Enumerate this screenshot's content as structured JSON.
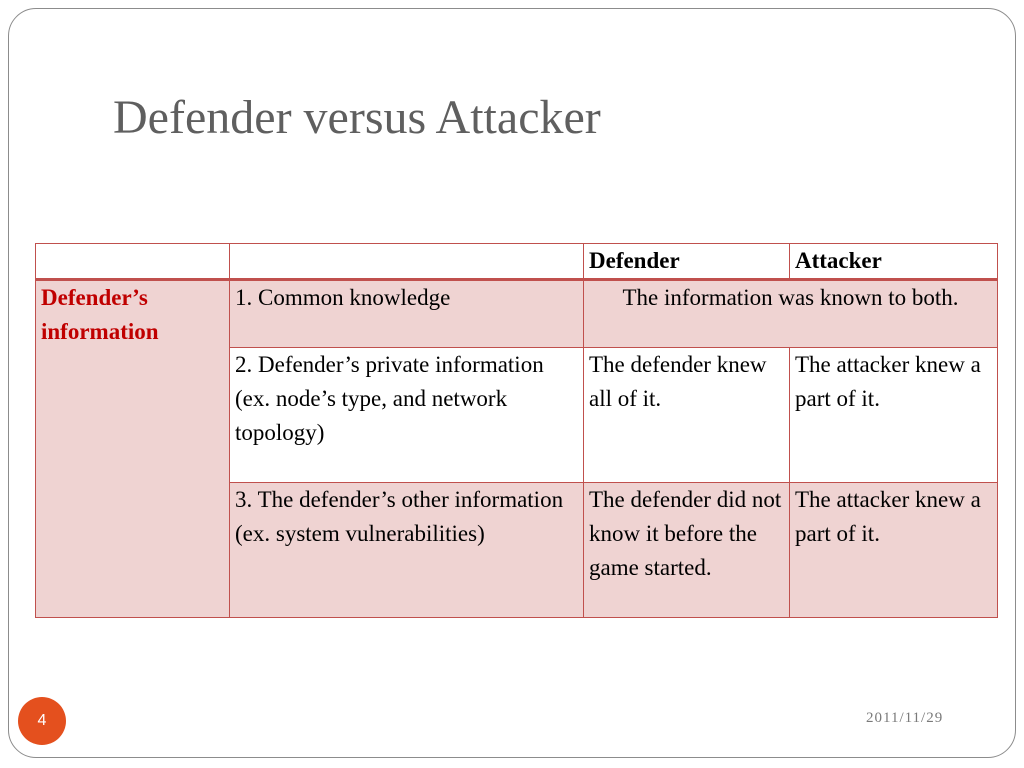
{
  "slide": {
    "title": "Defender versus Attacker",
    "page_number": "4",
    "date": "2011/11/29"
  },
  "colors": {
    "accent_border": "#c0504d",
    "row_shade": "#efd3d2",
    "group_label_text": "#c00000",
    "page_number_bg": "#e4501e",
    "title_text": "#5f5f5f"
  },
  "table": {
    "headers": [
      "",
      "",
      "Defender",
      "Attacker"
    ],
    "group_label": "Defender’s information",
    "rows": [
      {
        "item_lines": [
          "1. Common knowledge"
        ],
        "shared": "The information was known to both."
      },
      {
        "item_lines": [
          "2. Defender’s private information",
          "(ex. node’s type, and network topology)"
        ],
        "defender": "The defender knew all of it.",
        "attacker": "The attacker knew a part of it."
      },
      {
        "item_lines": [
          "3. The defender’s other information",
          "(ex. system vulnerabilities)"
        ],
        "defender": "The defender did not know it before the game started.",
        "attacker": "The attacker knew a part of it."
      }
    ]
  }
}
